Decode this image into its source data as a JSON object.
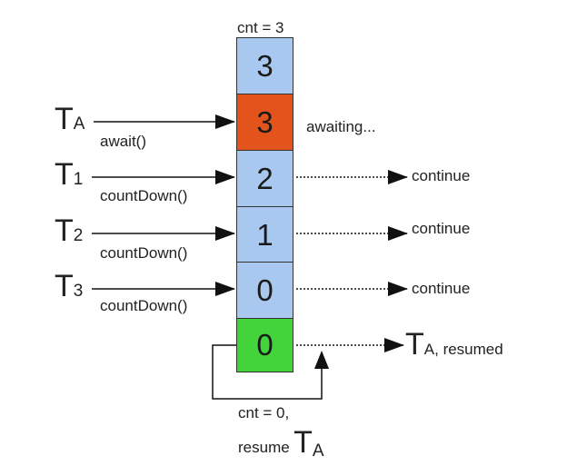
{
  "header": {
    "cnt_label": "cnt = 3"
  },
  "cells": [
    {
      "value": "3",
      "color": "#a9c8f0"
    },
    {
      "value": "3",
      "color": "#e2541b"
    },
    {
      "value": "2",
      "color": "#a9c8f0"
    },
    {
      "value": "1",
      "color": "#a9c8f0"
    },
    {
      "value": "0",
      "color": "#a9c8f0"
    },
    {
      "value": "0",
      "color": "#43d33b"
    }
  ],
  "threads": [
    {
      "name": "T",
      "sub": "A",
      "call": "await()"
    },
    {
      "name": "T",
      "sub": "1",
      "call": "countDown()"
    },
    {
      "name": "T",
      "sub": "2",
      "call": "countDown()"
    },
    {
      "name": "T",
      "sub": "3",
      "call": "countDown()"
    }
  ],
  "right_labels": {
    "awaiting": "awaiting...",
    "continue_1": "continue",
    "continue_2": "continue",
    "continue_3": "continue",
    "resumed_name": "T",
    "resumed_sub": "A, resumed"
  },
  "footer": {
    "line1": "cnt = 0,",
    "line2_prefix": "resume",
    "line2_name": "T",
    "line2_sub": "A"
  }
}
